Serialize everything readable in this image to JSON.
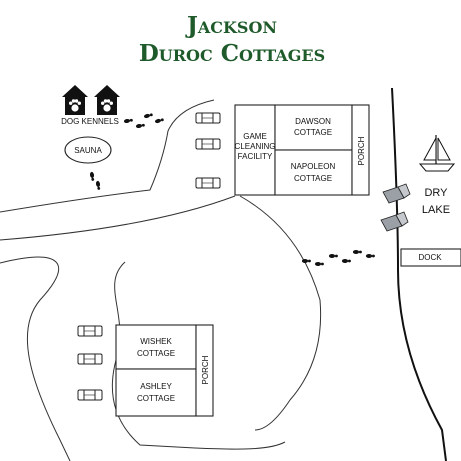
{
  "title": {
    "line1": "Jackson",
    "line2": "Duroc Cottages"
  },
  "labels": {
    "dog_kennels": "DOG KENNELS",
    "sauna": "SAUNA",
    "game_cleaning_1": "GAME",
    "game_cleaning_2": "CLEANING",
    "game_cleaning_3": "FACILITY",
    "dawson_1": "DAWSON",
    "dawson_2": "COTTAGE",
    "napoleon_1": "NAPOLEON",
    "napoleon_2": "COTTAGE",
    "porch_top": "PORCH",
    "wishek_1": "WISHEK",
    "wishek_2": "COTTAGE",
    "ashley_1": "ASHLEY",
    "ashley_2": "COTTAGE",
    "porch_bottom": "PORCH",
    "lake_1": "DRY",
    "lake_2": "LAKE",
    "dock": "DOCK"
  },
  "colors": {
    "title": "#1f5a2a",
    "ink": "#222222"
  },
  "icons": [
    "paw-icon",
    "footprints-icon",
    "car-icon",
    "sailboat-icon",
    "beach-chair-icon"
  ]
}
